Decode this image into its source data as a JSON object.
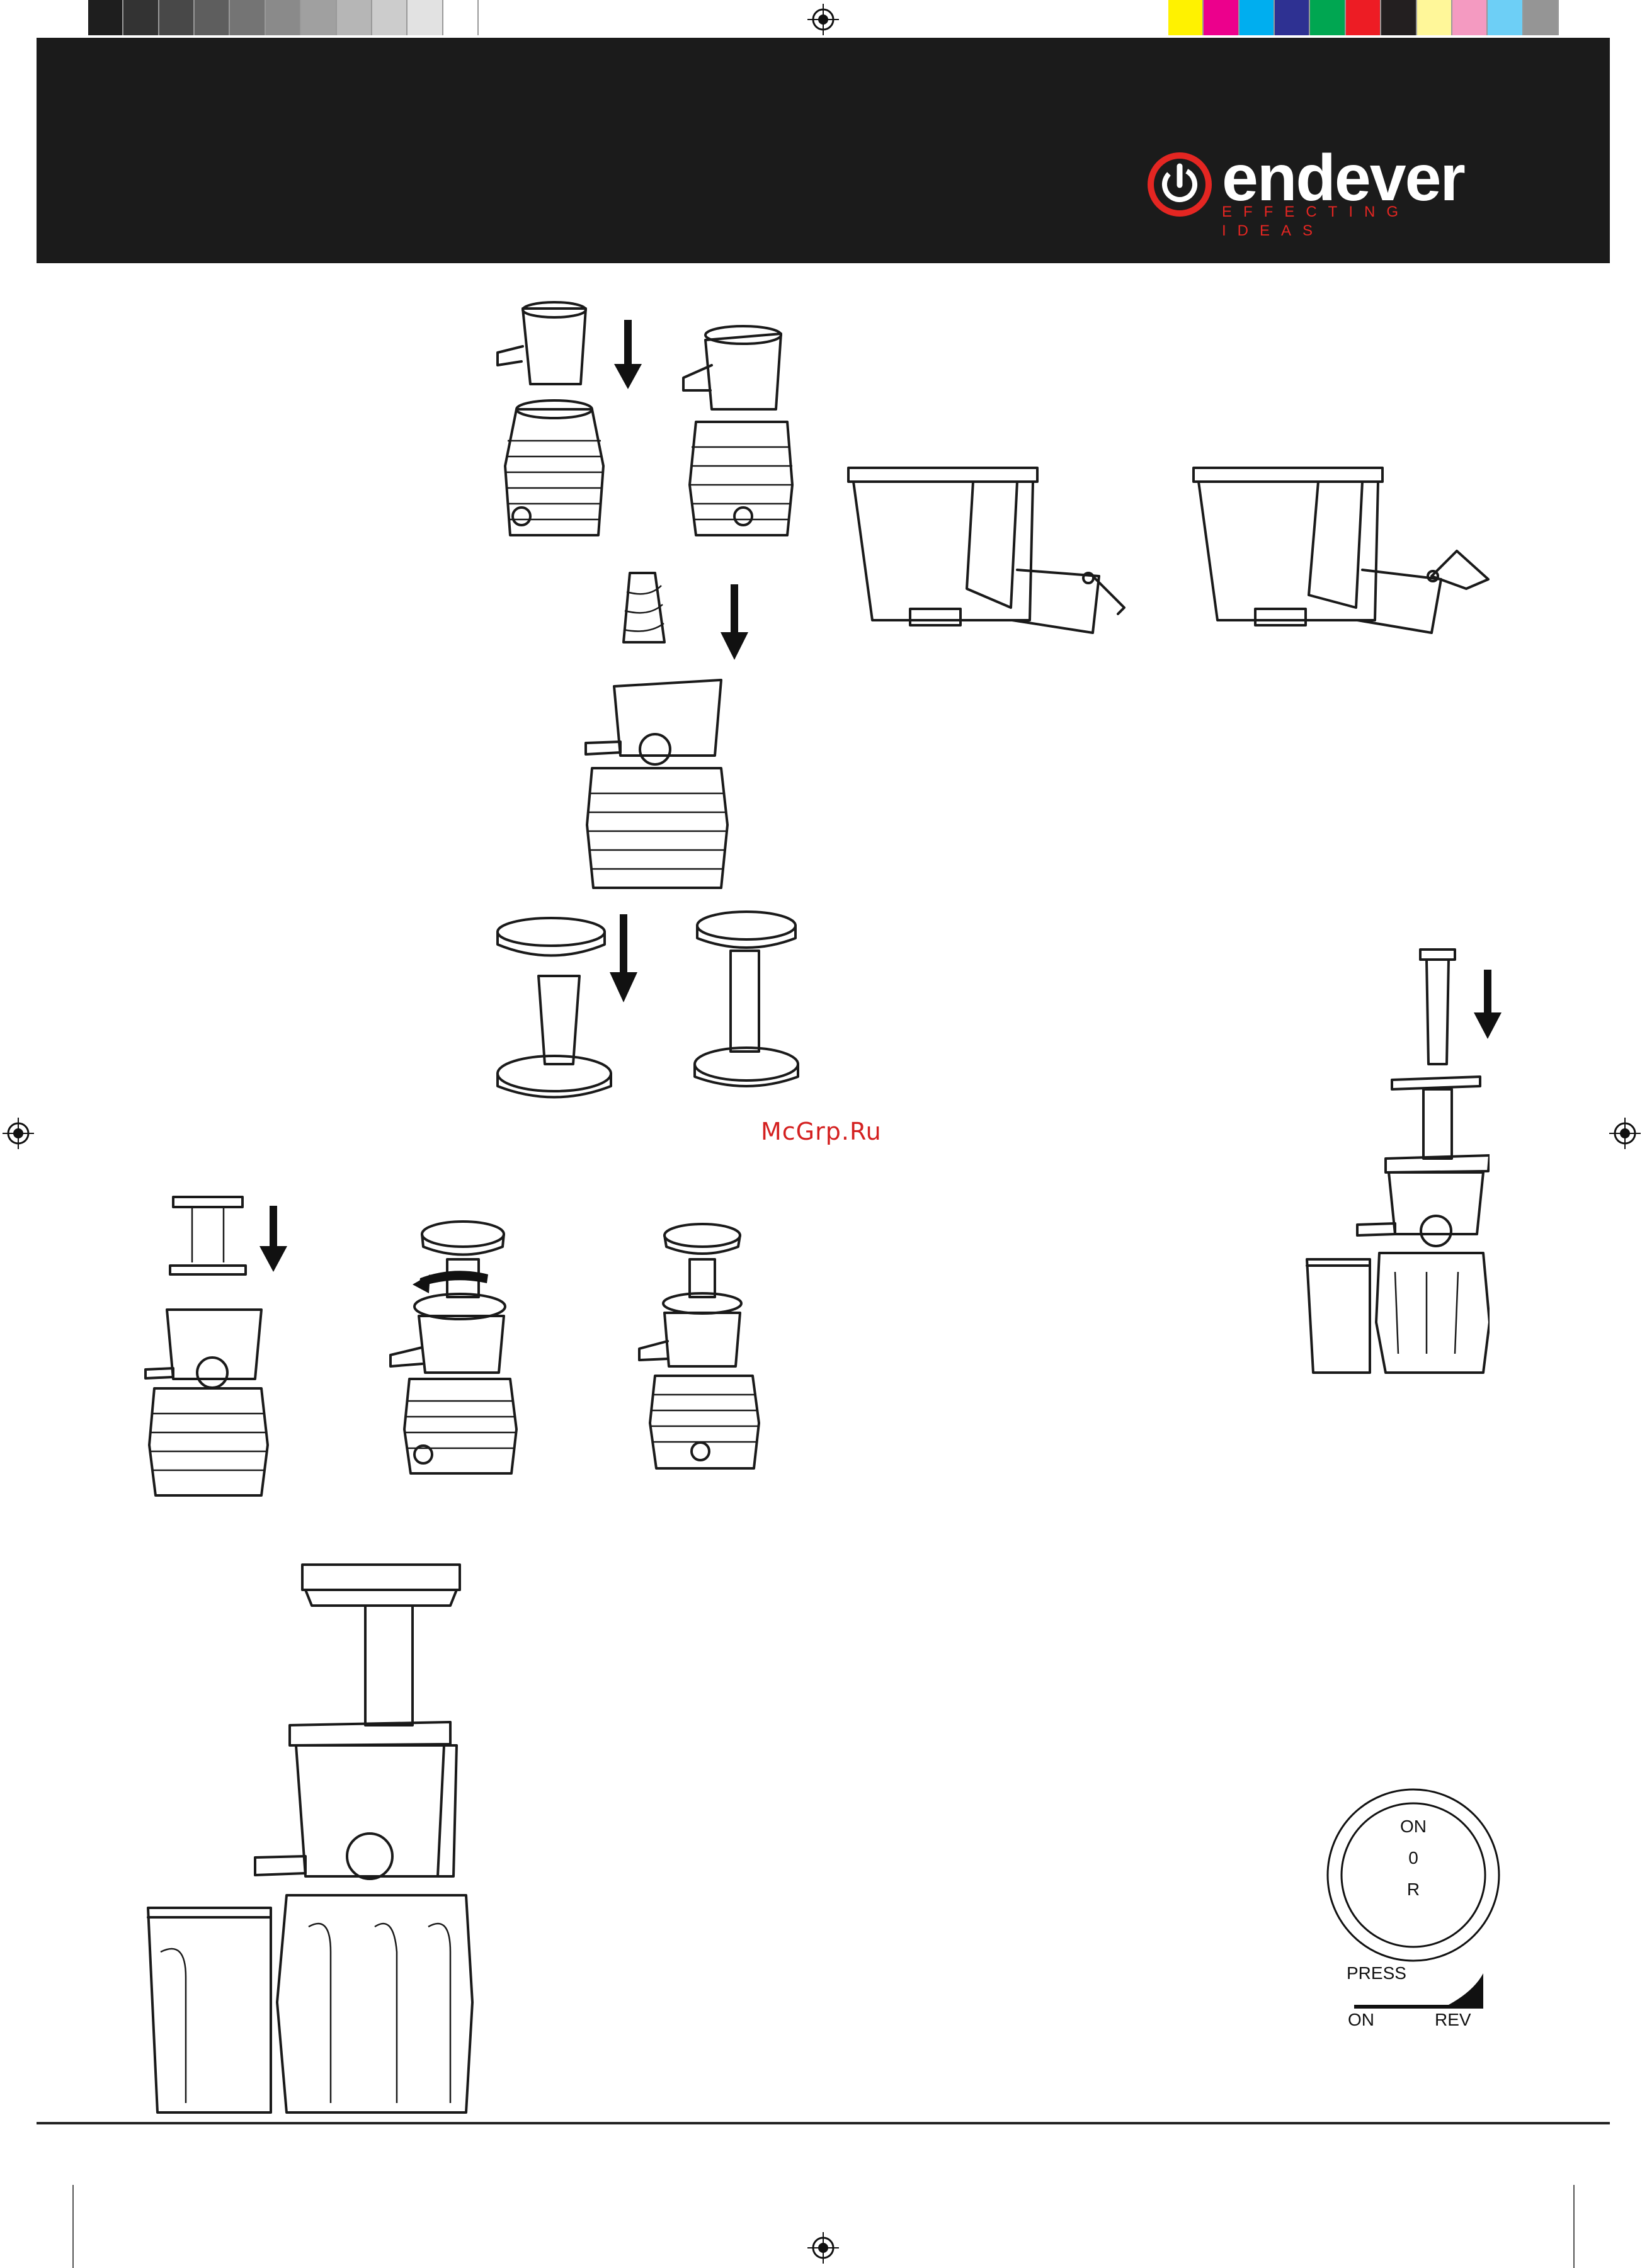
{
  "header": {
    "brand": "endever",
    "tagline": "EFFECTING IDEAS",
    "bar_color": "#1b1b1b",
    "accent": "#e42622"
  },
  "watermark": "McGrp.Ru",
  "colorbar": {
    "grays": [
      "#1e1e1e",
      "#333333",
      "#484848",
      "#5e5e5e",
      "#747474",
      "#8a8a8a",
      "#a0a0a0",
      "#b6b6b6",
      "#cccccc",
      "#e2e2e2",
      "#ffffff"
    ],
    "colors": [
      "#fff200",
      "#ec008c",
      "#00aeef",
      "#2e3192",
      "#00a651",
      "#ed1c24",
      "#231f20",
      "#fff799",
      "#f49ac1",
      "#6dcff6",
      "#959595"
    ]
  },
  "dial": {
    "on": "ON",
    "zero": "0",
    "r": "R",
    "press": "PRESS",
    "on_bottom": "ON",
    "rev": "REV"
  },
  "icons": [
    "registration-mark-icon",
    "power-icon",
    "down-arrow-icon",
    "rotate-arrow-icon"
  ]
}
